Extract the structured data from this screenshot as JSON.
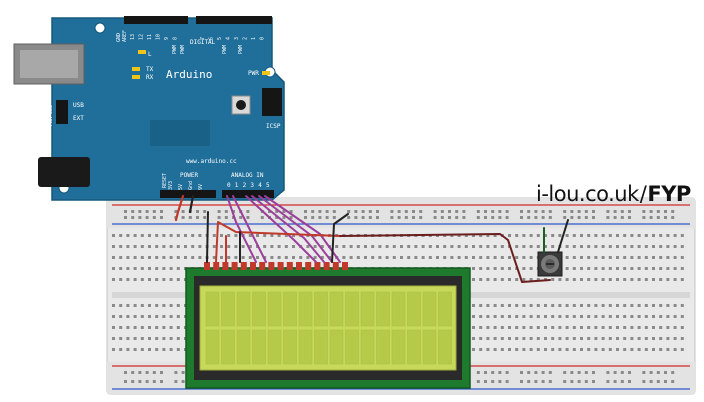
{
  "credit": {
    "site": "i-lou.co.uk",
    "separator": "/",
    "project": "FYP"
  },
  "arduino": {
    "brand": "Arduino",
    "url": "www.arduino.cc",
    "digital_label": "DIGITAL",
    "analog_label": "ANALOG IN",
    "power_label": "POWER",
    "icsp_label": "ICSP",
    "aref_label": "AREF",
    "gnd_label": "GND",
    "tx_label": "TX",
    "rx_label": "RX",
    "l_label": "L",
    "pwr_label": "PWR",
    "usb_label": "USB",
    "ext_label": "EXT",
    "pwr_sel_label": "PWR SEL",
    "reset_label": "RESET",
    "power_pins": [
      "3V3",
      "5V",
      "Gnd",
      "9V"
    ],
    "analog_pins": [
      "0",
      "1",
      "2",
      "3",
      "4",
      "5"
    ],
    "digital_pins_high": [
      "13",
      "12",
      "11",
      "10",
      "9",
      "8"
    ],
    "digital_pins_low": [
      "7",
      "6",
      "5",
      "4",
      "3",
      "2",
      "1",
      "0"
    ],
    "pwm_label": "PWM",
    "board_color": "#1f6f9a"
  },
  "breadboard": {
    "rail_red": "#d22b2b",
    "rail_blue": "#2f57c9"
  },
  "lcd": {
    "screen_color": "#c6d95a",
    "pin_count": 16
  },
  "colors": {
    "wire_purple": "#9b3e9b",
    "wire_red": "#c0392b",
    "wire_black": "#222222"
  }
}
